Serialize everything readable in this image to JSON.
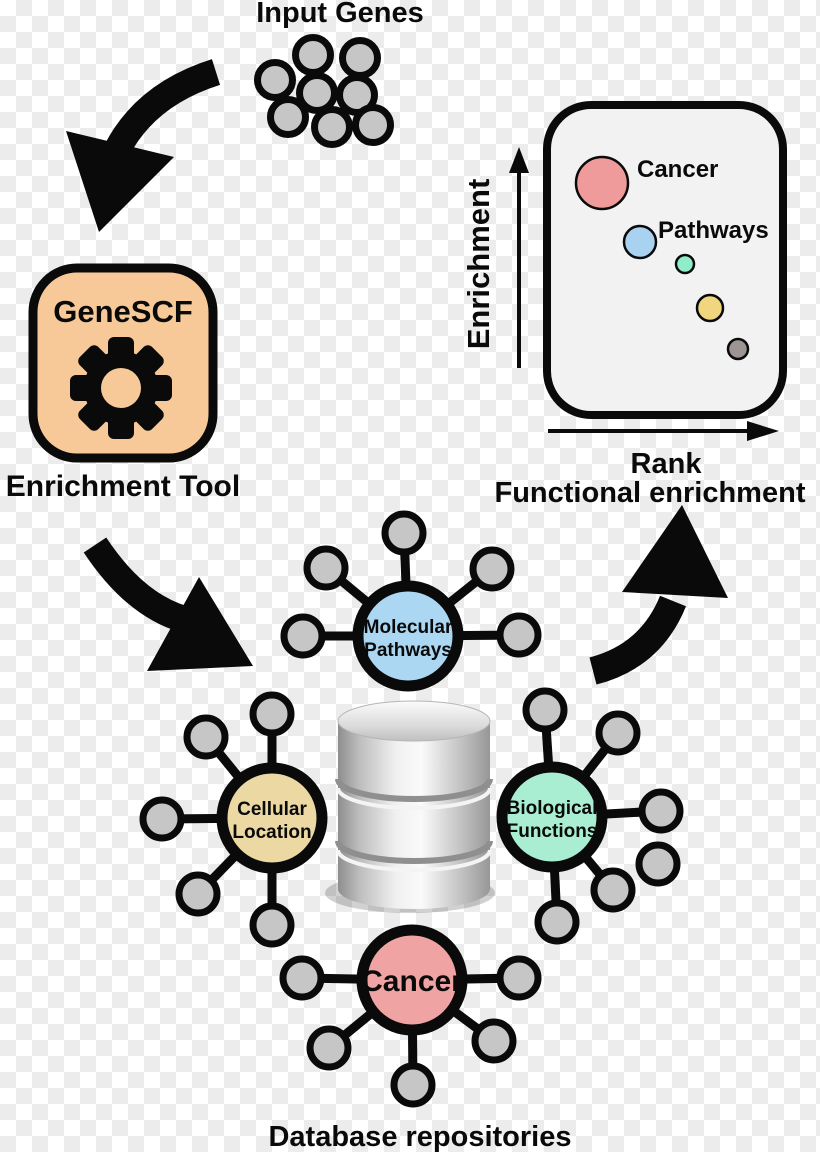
{
  "figure": {
    "input_label": "Input Genes",
    "tool": {
      "name": "GeneSCF",
      "caption": "Enrichment Tool",
      "box_color": "#F7C998"
    },
    "result_plot": {
      "y_axis": "Enrichment",
      "x_axis": "Rank",
      "caption": "Functional enrichment",
      "panel_color": "#F2F2F2",
      "bubble_labels": {
        "cancer": "Cancer",
        "pathways": "Pathways"
      }
    },
    "network": {
      "caption": "Database repositories",
      "satellite_color": "#C6C6C6",
      "nodes": [
        {
          "id": "molecular-pathways",
          "line1": "Molecular",
          "line2": "Pathways",
          "color": "#ABD7F2"
        },
        {
          "id": "cellular-location",
          "line1": "Cellular",
          "line2": "Location",
          "color": "#EBD8A2"
        },
        {
          "id": "biological-functions",
          "line1": "Biological",
          "line2": "Functions",
          "color": "#A9EDD2"
        },
        {
          "id": "cancer",
          "line1": "Cancer",
          "line2": "",
          "color": "#EFA3A3"
        }
      ]
    }
  },
  "chart_data": {
    "type": "scatter",
    "title": "Functional enrichment",
    "xlabel": "Rank",
    "ylabel": "Enrichment",
    "grid": false,
    "legend": "none",
    "axis_ticks_visible": false,
    "points": [
      {
        "label": "Cancer",
        "rank": 1,
        "enrichment_norm": 0.85,
        "bubble_size": 26,
        "color": "#F09B9B"
      },
      {
        "label": "Pathways",
        "rank": 2,
        "enrichment_norm": 0.62,
        "bubble_size": 16,
        "color": "#A8D2F0"
      },
      {
        "label": "",
        "rank": 3,
        "enrichment_norm": 0.55,
        "bubble_size": 9,
        "color": "#8FEDC9"
      },
      {
        "label": "",
        "rank": 4,
        "enrichment_norm": 0.38,
        "bubble_size": 13,
        "color": "#F0D67F"
      },
      {
        "label": "",
        "rank": 5,
        "enrichment_norm": 0.22,
        "bubble_size": 10,
        "color": "#9D9494"
      }
    ]
  },
  "colors": {
    "checker_light": "#FFFFFF",
    "checker_gray": "#ECECEC",
    "line_black": "#0A0A0A",
    "gene_circle_fill": "#C6C6C6"
  }
}
